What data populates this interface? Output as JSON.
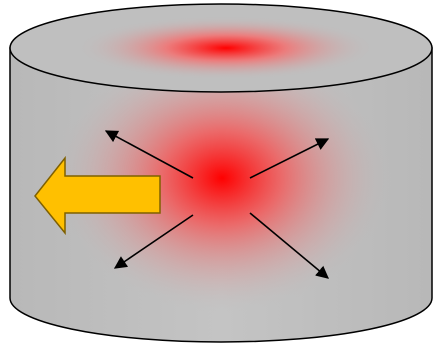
{
  "diagram": {
    "shape": "cylinder",
    "colors": {
      "body": "#bfbfbf",
      "outline": "#000000",
      "hot_center": "#ff0000",
      "arrow_stroke": "#000000",
      "big_arrow_fill": "#ffc000",
      "big_arrow_outline": "#7f6000"
    },
    "radiating_arrows": [
      {
        "direction": "up-left"
      },
      {
        "direction": "up-right"
      },
      {
        "direction": "down-left"
      },
      {
        "direction": "down-right"
      }
    ],
    "block_arrow": {
      "direction": "left"
    }
  }
}
